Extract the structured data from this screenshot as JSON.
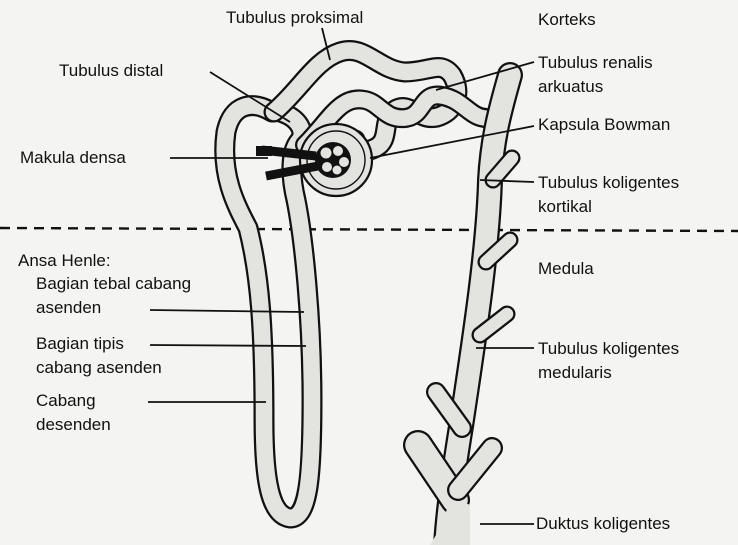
{
  "labels": {
    "tubulus_proksimal": "Tubulus proksimal",
    "korteks": "Korteks",
    "tubulus_distal": "Tubulus distal",
    "tubulus_renalis_arkuatus_line1": "Tubulus renalis",
    "tubulus_renalis_arkuatus_line2": "arkuatus",
    "kapsula_bowman": "Kapsula Bowman",
    "makula_densa": "Makula densa",
    "tubulus_koligentes_kortikal_line1": "Tubulus koligentes",
    "tubulus_koligentes_kortikal_line2": "kortikal",
    "ansa_henle": "Ansa Henle:",
    "bagian_tebal_line1": "Bagian tebal cabang",
    "bagian_tebal_line2": "asenden",
    "medula": "Medula",
    "bagian_tipis_line1": "Bagian tipis",
    "bagian_tipis_line2": "cabang asenden",
    "tubulus_koligentes_medularis_line1": "Tubulus koligentes",
    "tubulus_koligentes_medularis_line2": "medularis",
    "cabang_desenden_line1": "Cabang",
    "cabang_desenden_line2": "desenden",
    "duktus_koligentes": "Duktus koligentes"
  },
  "colors": {
    "background": "#f4f4f2",
    "ink": "#111111",
    "tubule_fill": "#e3e3e0"
  }
}
